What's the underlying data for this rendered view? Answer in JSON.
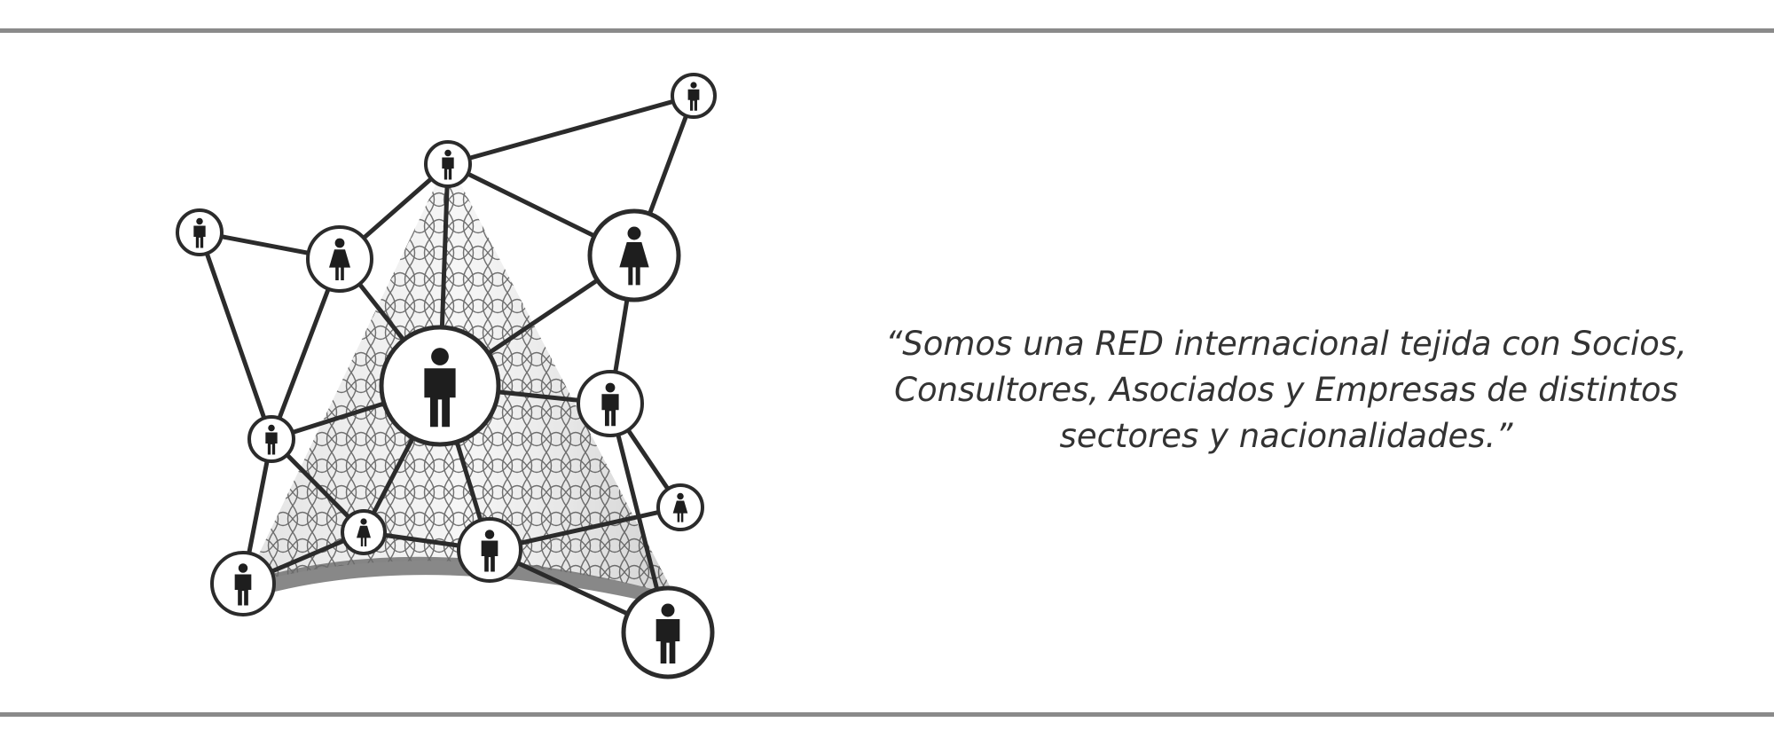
{
  "quote": {
    "line1": "“Somos una RED internacional tejida con Socios,",
    "line2": "Consultores, Asociados y Empresas de distintos",
    "line3": "sectores y nacionalidades.”"
  },
  "colors": {
    "rule": "#8a8a8a",
    "ink": "#2b2b2b",
    "text": "#333333",
    "background": "#ffffff"
  },
  "icons": [
    "people-network-icon",
    "person-icon"
  ]
}
